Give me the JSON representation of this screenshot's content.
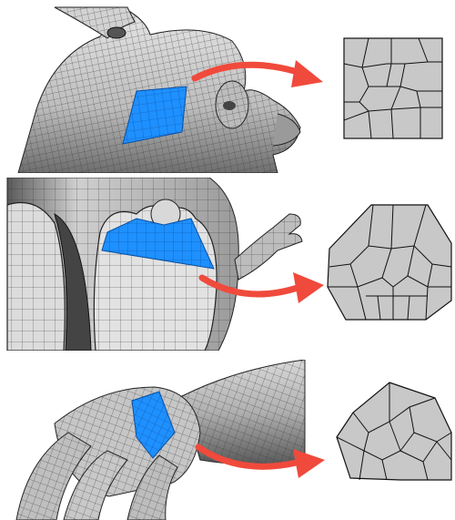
{
  "colors": {
    "mesh_fill": "#cfcfcf",
    "mesh_shadow": "#8a8a8a",
    "mesh_dark": "#3e3e3e",
    "mesh_line": "#2a2a2a",
    "highlight_patch": "#1e90ff",
    "patch_fill": "#c8c8c8",
    "patch_edge": "#111111",
    "arrow": "#f04a3c"
  },
  "rows": [
    {
      "id": "ear",
      "model": "bunny-mesh",
      "patch_shape": "square"
    },
    {
      "id": "feet",
      "model": "armadillo-mesh",
      "patch_shape": "octagon"
    },
    {
      "id": "hand",
      "model": "hand-mesh",
      "patch_shape": "pentagon"
    }
  ]
}
